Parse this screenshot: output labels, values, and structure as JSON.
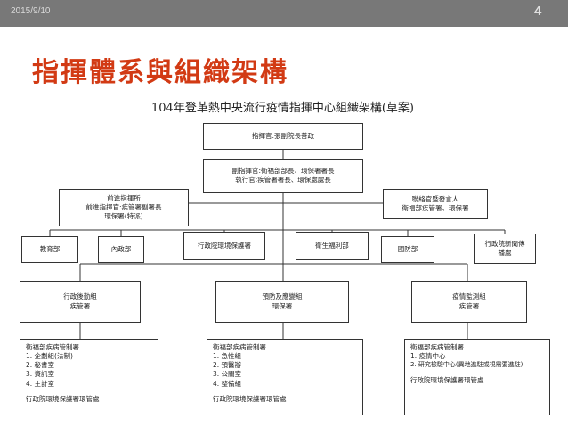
{
  "header": {
    "date": "2015/9/10",
    "page_number": "4"
  },
  "slide_title": "指揮體系與組織架構",
  "chart_title": "104年登革熱中央流行疫情指揮中心組織架構(草案)",
  "commander": {
    "line1": "指揮官:張副院長善政"
  },
  "deputy": {
    "line1": "副指揮官:衛福部部長、環保署署長",
    "line2": "執行官:疾管署署長、環保處處長"
  },
  "forward": {
    "line1": "前進指揮所",
    "line2": "前進指揮官:疾管署副署長",
    "line3": "環保署(特派)"
  },
  "liaison": {
    "line1": "聯絡官暨發言人",
    "line2": "衛福部疾管署、環保署"
  },
  "ministries": [
    {
      "label": "教育部"
    },
    {
      "label": "內政部"
    },
    {
      "label": "行政院環境保護署"
    },
    {
      "label": "衛生福利部"
    },
    {
      "label": "國防部"
    },
    {
      "label": "行政院新聞傳播處"
    }
  ],
  "groups": [
    {
      "line1": "行政後勤組",
      "line2": "疾管署"
    },
    {
      "line1": "預防及應變組",
      "line2": "環保署"
    },
    {
      "line1": "疫情監測組",
      "line2": "疾管署"
    }
  ],
  "details": [
    {
      "lines": [
        "衛福部疾病管制署",
        "1. 企劃組(法制)",
        "2. 秘書室",
        "3. 資訊室",
        "4. 主計室",
        "",
        "行政院環境保護署環管處"
      ]
    },
    {
      "lines": [
        "衛福部疾病管制署",
        "1. 急性組",
        "2. 預醫辦",
        "3. 公關室",
        "4. 整備組",
        "",
        "行政院環境保護署環管處"
      ]
    },
    {
      "lines": [
        "衛福部疾病管制署",
        "1. 疫情中心",
        "2. 研究檢驗中心(異地進駐或視需要進駐)",
        "",
        "行政院環境保護署環管處"
      ]
    }
  ]
}
